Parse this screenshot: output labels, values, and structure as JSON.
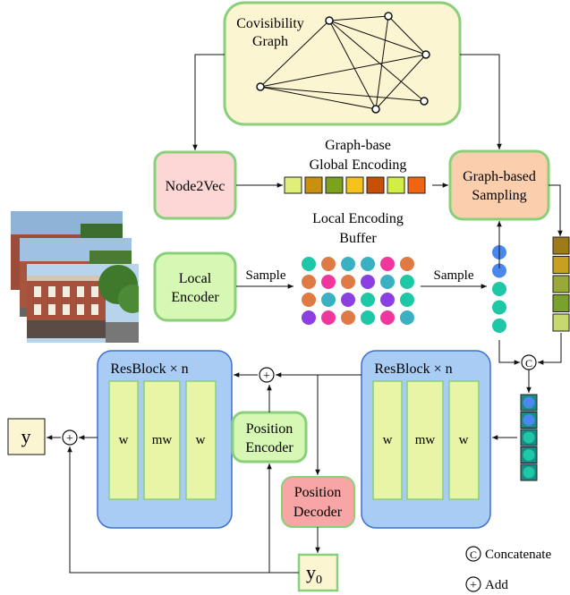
{
  "covisibility": {
    "title_line1": "Covisibility",
    "title_line2": "Graph"
  },
  "node2vec": {
    "label": "Node2Vec"
  },
  "global_encoding": {
    "label_line1": "Graph-base",
    "label_line2": "Global Encoding",
    "cell_colors": [
      "#e0ee7a",
      "#c8900e",
      "#7aa21b",
      "#f6c21e",
      "#c94f05",
      "#d2ee44",
      "#f16512"
    ]
  },
  "graph_sampling": {
    "label_line1": "Graph-based",
    "label_line2": "Sampling"
  },
  "local_encoder": {
    "label_line1": "Local",
    "label_line2": "Encoder"
  },
  "local_buffer": {
    "label_line1": "Local Encoding",
    "label_line2": "Buffer",
    "dot_colors": [
      [
        "#1ec7a5",
        "#e07a45",
        "#3bb0c2",
        "#3bb0c2",
        "#f0379e",
        "#e07a45"
      ],
      [
        "#e07a45",
        "#f0379e",
        "#e07a45",
        "#8b3fe0",
        "#3bb0c2",
        "#1ec7a5"
      ],
      [
        "#e07a45",
        "#3bb0c2",
        "#8b3fe0",
        "#1ec7a5",
        "#8b3fe0",
        "#1ec7a5"
      ],
      [
        "#8b3fe0",
        "#f0379e",
        "#e07a45",
        "#1ec7a5",
        "#f0379e",
        "#3bb0c2"
      ]
    ]
  },
  "sample_labels": {
    "left": "Sample",
    "right": "Sample"
  },
  "sampled_dots": {
    "colors": [
      "#4b88ee",
      "#4b88ee",
      "#1ec7a5",
      "#1ec7a5",
      "#1ec7a5"
    ]
  },
  "sampled_global": {
    "colors": [
      "#9e7a18",
      "#c8a020",
      "#9aa83a",
      "#7aa22a",
      "#c8d870"
    ]
  },
  "concat_stack": {
    "colors": [
      [
        "#1b8a86",
        "#4b88ee"
      ],
      [
        "#1b8a86",
        "#4b88ee"
      ],
      [
        "#1b8a86",
        "#1ec7a5"
      ],
      [
        "#1b8a86",
        "#1ec7a5"
      ],
      [
        "#1b8a86",
        "#1ec7a5"
      ]
    ]
  },
  "resblock_left": {
    "label": "ResBlock × n",
    "w1": "w",
    "mw": "mw",
    "w2": "w"
  },
  "resblock_right": {
    "label": "ResBlock × n",
    "w1": "w",
    "mw": "mw",
    "w2": "w"
  },
  "position_encoder": {
    "label_line1": "Position",
    "label_line2": "Encoder"
  },
  "position_decoder": {
    "label_line1": "Position",
    "label_line2": "Decoder"
  },
  "output": {
    "label": "y"
  },
  "y0": {
    "label": "y",
    "sub": "0"
  },
  "symbols": {
    "concat": "C",
    "add": "+"
  },
  "legend": {
    "concat_label": "Concatenate",
    "add_label": "Add"
  },
  "colors": {
    "green_fill": "#d7f7b5",
    "green_stroke": "#8ad07a",
    "yellow_fill": "#fcf5d2",
    "pink_fill": "#fdd6d6",
    "salmon_fill": "#fbcfae",
    "blue_fill": "#a9ccf5",
    "blue_stroke": "#3d6fcf",
    "w_fill": "#e8f5a6"
  }
}
